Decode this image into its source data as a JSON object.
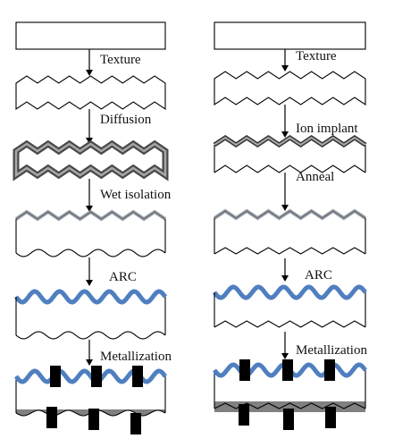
{
  "colors": {
    "outline": "#000000",
    "diffusion_outer": "#4a4a4a",
    "diffusion_inner": "#a8a8a8",
    "gray_layer": "#9aa3ad",
    "arc_blue": "#4f7fc0",
    "contact": "#000000",
    "back_metal": "#808080"
  },
  "left_flow": {
    "steps": [
      {
        "label": "Texture"
      },
      {
        "label": "Diffusion"
      },
      {
        "label": "Wet isolation"
      },
      {
        "label": "ARC"
      },
      {
        "label": "Metallization"
      }
    ]
  },
  "right_flow": {
    "steps": [
      {
        "label": "Texture"
      },
      {
        "label": "Ion implant"
      },
      {
        "label": "Anneal"
      },
      {
        "label": "ARC"
      },
      {
        "label": "Metallization"
      }
    ]
  }
}
